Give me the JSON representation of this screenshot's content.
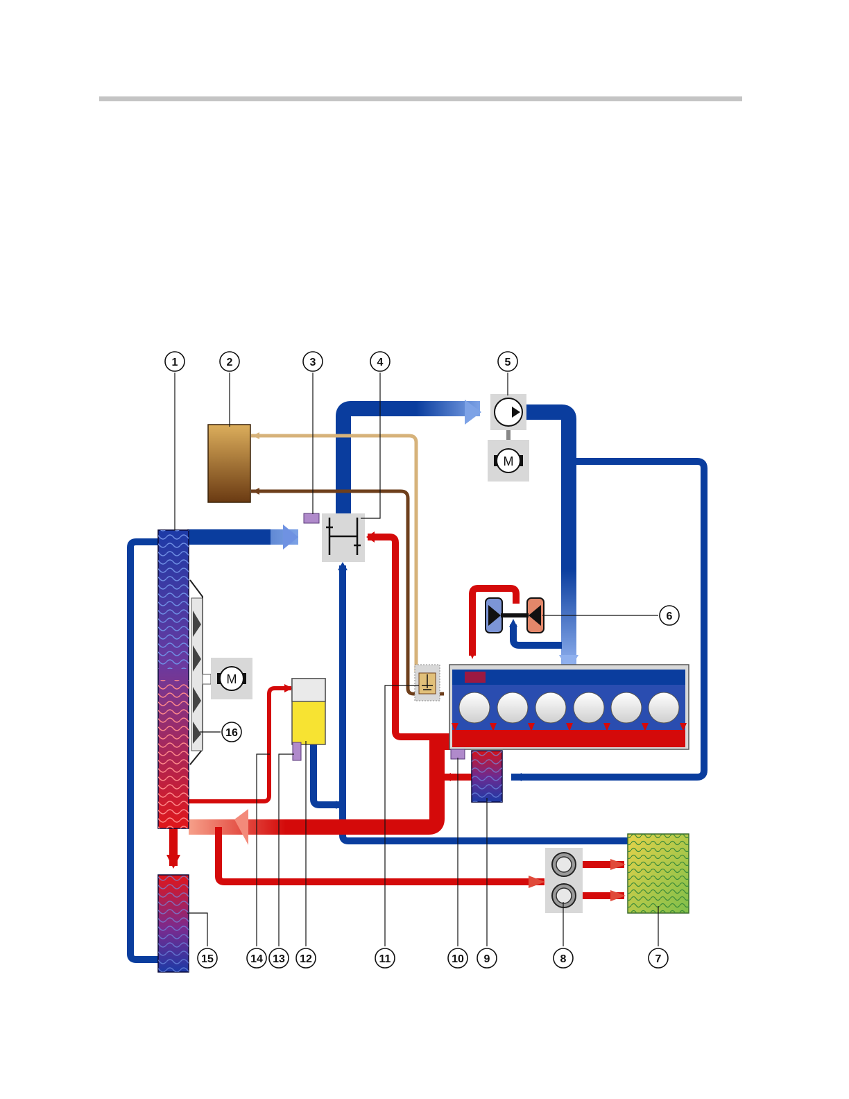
{
  "colors": {
    "cold": "#0a3d9e",
    "hot": "#d40a0a",
    "bypass_light": "#d6b27a",
    "bypass_dark": "#6e3f1c",
    "housing": "#d8d8d8",
    "sensor": "#b08acb",
    "expansion_fluid": "#f7e332",
    "callout": "#111111",
    "header_rule": "#c4c4c4"
  },
  "callouts": [
    {
      "id": 1,
      "label": "1"
    },
    {
      "id": 2,
      "label": "2"
    },
    {
      "id": 3,
      "label": "3"
    },
    {
      "id": 4,
      "label": "4"
    },
    {
      "id": 5,
      "label": "5"
    },
    {
      "id": 6,
      "label": "6"
    },
    {
      "id": 7,
      "label": "7"
    },
    {
      "id": 8,
      "label": "8"
    },
    {
      "id": 9,
      "label": "9"
    },
    {
      "id": 10,
      "label": "10"
    },
    {
      "id": 11,
      "label": "11"
    },
    {
      "id": 12,
      "label": "12"
    },
    {
      "id": 13,
      "label": "13"
    },
    {
      "id": 14,
      "label": "14"
    },
    {
      "id": 15,
      "label": "15"
    },
    {
      "id": 16,
      "label": "16"
    }
  ],
  "motors": {
    "fan_motor": "M",
    "pump_motor": "M"
  },
  "icons": [
    "pump-icon",
    "thermostat-icon",
    "motor-icon",
    "cylinder-icon",
    "fan-blade-icon",
    "heat-exchanger-icon"
  ]
}
